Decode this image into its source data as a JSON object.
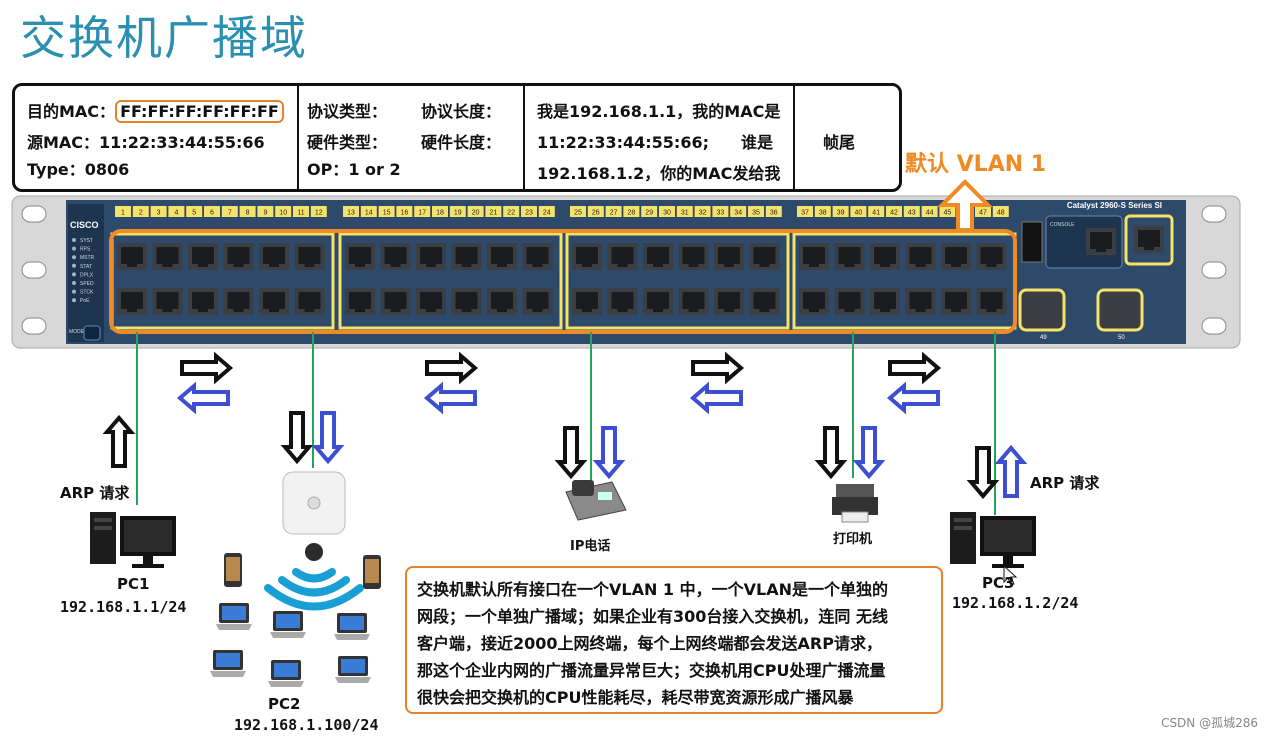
{
  "title": "交换机广播域",
  "frame": {
    "dmac_label": "目的MAC：",
    "dmac_value": "FF:FF:FF:FF:FF:FF",
    "smac": "源MAC：11:22:33:44:55:66",
    "type": "Type：0806",
    "proto_type": "协议类型：",
    "proto_len": "协议长度：",
    "hw_type": "硬件类型：",
    "hw_len": "硬件长度：",
    "op": "OP：1 or 2",
    "payload_1": "我是192.168.1.1，我的MAC是",
    "payload_2": "11:22:33:44:55:66;　　谁是",
    "payload_3": "192.168.1.2，你的MAC发给我",
    "trailer": "帧尾"
  },
  "vlan_label": "默认 VLAN 1",
  "switch": {
    "model": "Catalyst 2960-S Series SI",
    "brand": "CISCO",
    "leds": [
      "SYST",
      "RPS",
      "MSTR",
      "STAT",
      "DPLX",
      "SPED",
      "STCK",
      "PoE"
    ],
    "mode": "MODE",
    "port_numbers": [
      "1",
      "2",
      "3",
      "4",
      "5",
      "6",
      "7",
      "8",
      "9",
      "10",
      "11",
      "12",
      "13",
      "14",
      "15",
      "16",
      "17",
      "18",
      "19",
      "20",
      "21",
      "22",
      "23",
      "24",
      "25",
      "26",
      "27",
      "28",
      "29",
      "30",
      "31",
      "32",
      "33",
      "34",
      "35",
      "36",
      "37",
      "38",
      "39",
      "40",
      "41",
      "42",
      "43",
      "44",
      "45",
      "46",
      "47",
      "48"
    ],
    "console": "CONSOLE",
    "sfp_a": "49",
    "sfp_b": "50"
  },
  "devices": {
    "pc1_arp": "ARP 请求",
    "pc1_name": "PC1",
    "pc1_ip": "192.168.1.1/24",
    "pc2_name": "PC2",
    "pc2_ip": "192.168.1.100/24",
    "phone": "IP电话",
    "printer": "打印机",
    "pc3_arp": "ARP 请求",
    "pc3_name": "PC3",
    "pc3_ip": "192.168.1.2/24"
  },
  "note": [
    "交换机默认所有接口在一个VLAN 1 中，一个VLAN是一个单独的",
    "网段；一个单独广播域；如果企业有300台接入交换机，连同 无线",
    "客户端，接近2000上网终端，每个上网终端都会发送ARP请求，",
    "那这个企业内网的广播流量异常巨大；交换机用CPU处理广播流量",
    "很快会把交换机的CPU性能耗尽，耗尽带宽资源形成广播风暴"
  ],
  "watermark": "CSDN @孤城286",
  "colors": {
    "title": "#2a8fb0",
    "accent": "#f08a24",
    "link": "#2aa060",
    "arrow_blue": "#3b4fd0",
    "port_tag": "#f5e26a"
  }
}
